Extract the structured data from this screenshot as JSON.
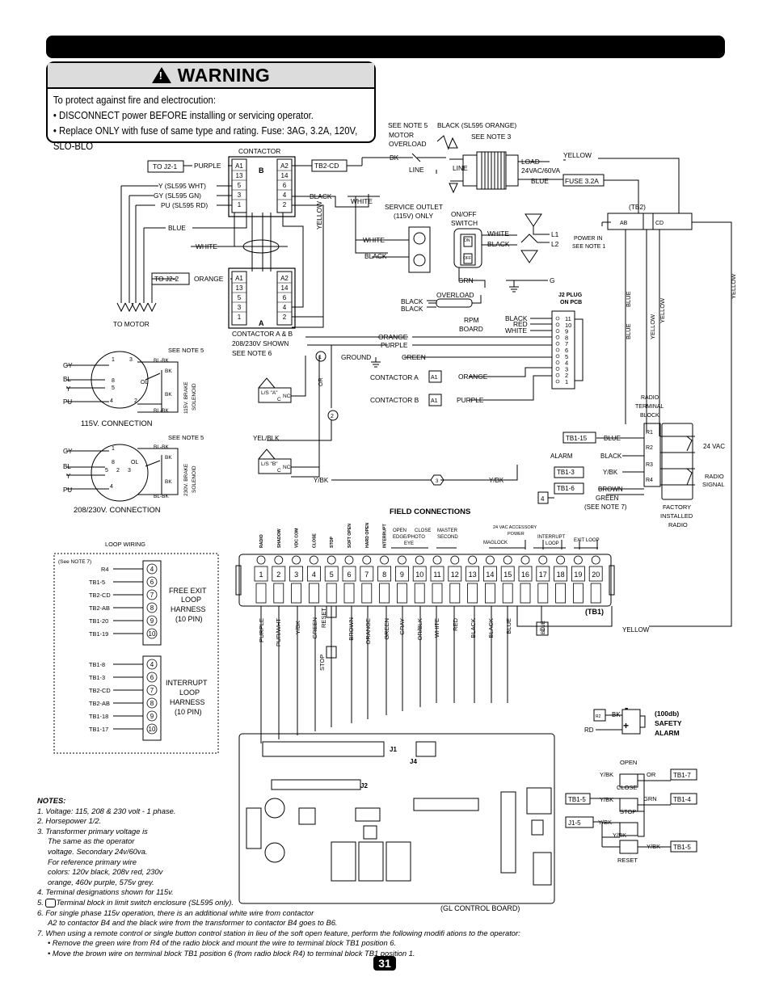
{
  "warning": {
    "title": "WARNING",
    "line1": "To protect against fire and electrocution:",
    "line2": "• DISCONNECT power BEFORE installing or servicing operator.",
    "line3": "• Replace ONLY with fuse of same type and rating. Fuse: 3AG, 3.2A, 120V, SLO-BLO"
  },
  "contactor": {
    "title": "CONTACTOR",
    "b_label": "B",
    "a_label": "A",
    "to_j2_1": "TO J2-1",
    "to_j2_2": "TO J2-2",
    "tb2_cd": "TB2-CD",
    "to_motor": "TO MOTOR",
    "note": "CONTACTOR A & B\n208/230V SHOWN\nSEE NOTE 6",
    "b_left_pins": [
      "A1",
      "13",
      "5",
      "3",
      "1"
    ],
    "b_right_pins": [
      "A2",
      "14",
      "6",
      "4",
      "2"
    ],
    "a_left_pins": [
      "A1",
      "13",
      "5",
      "3",
      "1"
    ],
    "a_right_pins": [
      "A2",
      "14",
      "6",
      "4",
      "2"
    ]
  },
  "wires": {
    "purple": "PURPLE",
    "y_sl595": "Y (SL595 WHT)",
    "gy_sl595": "GY (SL595 GN)",
    "pu_sl595": "PU (SL595 RD)",
    "blue": "BLUE",
    "white": "WHITE",
    "orange": "ORANGE",
    "black": "BLACK",
    "yellow": "YELLOW",
    "red": "RED",
    "green": "GREEN",
    "grn": "GRN",
    "bk": "BK",
    "line": "LINE",
    "ybk": "Y/BK",
    "yelblk": "YEL/BLK",
    "brown": "BROWN",
    "or": "OR",
    "rd": "RD"
  },
  "motor": {
    "see_note5": "SEE NOTE 5",
    "black_sl595": "BLACK (SL595 ORANGE)",
    "motor_overload": "MOTOR\nOVERLOAD",
    "see_note3": "SEE NOTE 3",
    "load": "LOAD\n24VAC/60VA",
    "fuse": "FUSE 3.2A",
    "tb2": "(TB2)",
    "ab": "AB",
    "cd": "CD",
    "service_outlet": "SERVICE OUTLET\n(115V) ONLY",
    "onoff_switch": "ON/OFF\nSWITCH",
    "power_in": "POWER IN\nSEE NOTE 1",
    "overload": "OVERLOAD",
    "l1": "L1",
    "l2": "L2",
    "g": "G",
    "on": "ON",
    "off": "OFF"
  },
  "j2plug": {
    "title": "J2 PLUG\nON PCB",
    "pins": [
      "11",
      "10",
      "9",
      "8",
      "7",
      "6",
      "5",
      "4",
      "3",
      "2",
      "1"
    ],
    "rpm_board": "RPM\nBOARD",
    "ground": "GROUND",
    "contactor_a": "CONTACTOR A",
    "contactor_b": "CONTACTOR B",
    "a1": "A1"
  },
  "brake115": {
    "caption": "115V. CONNECTION",
    "see_note": "SEE NOTE 5",
    "solenoid": "115V. BRAKE\nSOLENOID",
    "gy": "GY",
    "bl": "BL",
    "y": "Y",
    "pu": "PU",
    "blbk": "BL-BK",
    "bk": "BK",
    "ol": "OL",
    "n1": "1",
    "n3": "3",
    "n8": "8",
    "n5": "5",
    "n4": "4",
    "n2": "2"
  },
  "brake230": {
    "caption": "208/230V. CONNECTION",
    "see_note": "SEE NOTE 5",
    "solenoid": "230V. BRAKE\nSOLENOID",
    "gy": "GY",
    "bl": "BL",
    "y": "Y",
    "pu": "PU",
    "blbk": "BL-BK",
    "bk": "BK",
    "ol": "OL",
    "n1": "1",
    "n8": "8",
    "n5": "5",
    "n2": "2",
    "n3": "3",
    "n4": "4"
  },
  "limits": {
    "ls_a": "L/S \"A\"",
    "ls_b": "L/S \"B\"",
    "c": "C",
    "nc": "NC",
    "hex1": "1",
    "hex2": "2",
    "hex3": "3"
  },
  "radio": {
    "terminal_block": "RADIO\nTERMINAL\nBLOCK",
    "r1": "R1",
    "r2": "R2",
    "r3": "R3",
    "r4": "R4",
    "tb1_15": "TB1-15",
    "alarm": "ALARM",
    "tb1_3": "TB1-3",
    "tb1_6": "TB1-6",
    "box4": "4",
    "see_note7": "(SEE NOTE 7)",
    "vac24": "24 VAC",
    "radio_signal": "RADIO\nSIGNAL",
    "factory": "FACTORY\nINSTALLED\nRADIO"
  },
  "field": {
    "title": "FIELD CONNECTIONS",
    "tb1": "(TB1)",
    "terminals": [
      "1",
      "2",
      "3",
      "4",
      "5",
      "6",
      "7",
      "8",
      "9",
      "10",
      "11",
      "12",
      "13",
      "14",
      "15",
      "16",
      "17",
      "18",
      "19",
      "20"
    ],
    "top_labels": [
      "RADIO",
      "SHADOW",
      "VDC COM",
      "CLOSE",
      "STOP",
      "SOFT OPEN",
      "HARD OPEN",
      "INTERRUPT"
    ],
    "open_edge": "OPEN\nEDGE/PHOTO\nEYE",
    "close": "CLOSE",
    "master": "MASTER\nSECOND",
    "maglock": "MAGLOCK",
    "accessory": "24 VAC ACCESSORY\nPOWER",
    "interrupt_loop": "INTERRUPT\nLOOP",
    "exit_loop": "EXIT LOOP",
    "bottom_wires": [
      "PURPLE",
      "PUR/WHT",
      "Y/BK",
      "GREEN",
      "RESET",
      "BROWN",
      "ORANGE",
      "GREEN",
      "GRAY",
      "OR/BLK",
      "WHITE",
      "RED",
      "BLACK",
      "BLACK",
      "BLUE",
      "BLUE"
    ],
    "stop": "STOP",
    "r1": "R1"
  },
  "loop": {
    "title": "LOOP WIRING",
    "see_note7": "(See NOTE 7)",
    "free_exit": "FREE EXIT\nLOOP\nHARNESS\n(10 PIN)",
    "interrupt": "INTERRUPT\nLOOP\nHARNESS\n(10 PIN)",
    "free_rows": [
      [
        "R4",
        "4"
      ],
      [
        "TB1-5",
        "6"
      ],
      [
        "TB2-CD",
        "7"
      ],
      [
        "TB2-AB",
        "8"
      ],
      [
        "TB1-20",
        "9"
      ],
      [
        "TB1-19",
        "10"
      ]
    ],
    "int_rows": [
      [
        "TB1-8",
        "4"
      ],
      [
        "TB1-3",
        "6"
      ],
      [
        "TB2-CD",
        "7"
      ],
      [
        "TB2-AB",
        "8"
      ],
      [
        "TB1-18",
        "9"
      ],
      [
        "TB1-17",
        "10"
      ]
    ]
  },
  "alarm": {
    "r2": "R2",
    "minus": "-",
    "plus": "+",
    "label": "(100db)\nSAFETY\nALARM"
  },
  "station": {
    "open": "OPEN",
    "close": "CLOSE",
    "stop": "STOP",
    "reset": "RESET",
    "tb1_7": "TB1-7",
    "tb1_4": "TB1-4",
    "tb1_5": "TB1-5",
    "tb1_5b": "TB1-5",
    "j1_5": "J1-5"
  },
  "board": {
    "caption": "(GL CONTROL BOARD)",
    "j1": "J1",
    "j2": "J2",
    "j4": "J4"
  },
  "notes": {
    "title": "NOTES:",
    "n1": "1. Voltage: 115, 208 & 230 volt - 1 phase.",
    "n2": "2. Horsepower 1/2.",
    "n3a": "3. Transformer primary voltage is",
    "n3b": "The same as the operator",
    "n3c": "voltage. Secondary 24v/60va.",
    "n3d": "For reference primary wire",
    "n3e": "colors: 120v black, 208v red, 230v",
    "n3f": "orange, 460v purple, 575v grey.",
    "n4": "4. Terminal designations shown for 115v.",
    "n5a": "5.",
    "n5b": "Terminal block in limit switch enclosure (SL595 only).",
    "n6a": "6. For single phase 115v operation, there is an additional white wire from contactor",
    "n6b": "A2 to contactor B4 and the black wire from the transformer to contactor B4 goes to B6.",
    "n7": "7. When using a remote control or single button control station in lieu of the soft open feature, perform the following modifi ations to the operator:",
    "n7a": "• Remove the green wire from R4 of the radio block and mount the wire to terminal block TB1 position 6.",
    "n7b": "• Move the brown wire on terminal block TB1 position 6 (from radio block R4) to terminal block TB1 position 1."
  },
  "page": {
    "number": "31"
  }
}
